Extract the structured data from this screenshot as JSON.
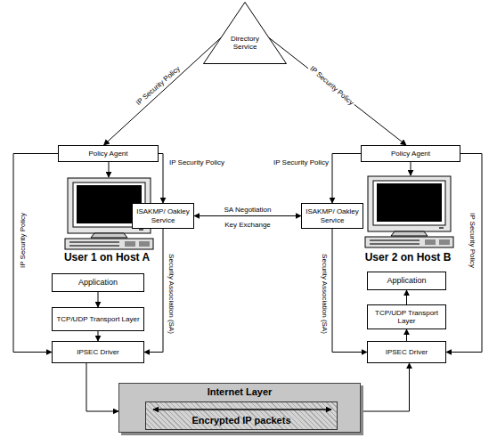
{
  "diagram": {
    "nodes": [
      {
        "text": [
          "Directory Service"
        ]
      },
      {
        "text": [
          "Policy Agent"
        ]
      },
      {
        "text": [
          "Policy Agent"
        ]
      },
      {
        "text": [
          "ISAKMP/ Oakley Service"
        ]
      },
      {
        "text": [
          "ISAKMP/ Oakley Service"
        ]
      },
      {
        "text": [
          "Application"
        ]
      },
      {
        "text": [
          "TCP/UDP Transport Layer"
        ]
      },
      {
        "text": [
          "IPSEC Driver"
        ]
      },
      {
        "text": [
          "Application"
        ]
      },
      {
        "text": [
          "TCP/UDP Transport Layer"
        ]
      },
      {
        "text": [
          "IPSEC Driver"
        ]
      },
      {
        "text": [
          "Internet Layer"
        ]
      },
      {
        "text": [
          "Encrypted IP packets"
        ],
        "in": 11
      }
    ],
    "edges": [
      {
        "from": 0,
        "to": 1,
        "label": "IP Security Policy",
        "arrow": "to"
      },
      {
        "from": 0,
        "to": 2,
        "label": "IP Security Policy",
        "arrow": "to"
      },
      {
        "from": 1,
        "to": 3,
        "label": "IP Security Policy",
        "arrow": "to"
      },
      {
        "from": 1,
        "to": 7,
        "label": "IP Security Policy",
        "arrow": "to"
      },
      {
        "from": 3,
        "to": 7,
        "label": "Security Association (SA)",
        "arrow": "to"
      },
      {
        "from": 3,
        "to": 4,
        "label": "SA Negotiation",
        "arrow": "both"
      },
      {
        "from": 2,
        "to": 4,
        "label": "IP Security Policy",
        "arrow": "to"
      },
      {
        "from": 2,
        "to": 10,
        "label": "IP Security Policy",
        "arrow": "to"
      },
      {
        "from": 4,
        "to": 10,
        "label": "Security Association (SA)",
        "arrow": "to"
      },
      {
        "from": 5,
        "to": 6,
        "arrow": "to"
      },
      {
        "from": 6,
        "to": 7,
        "arrow": "to"
      },
      {
        "from": 10,
        "to": 9,
        "arrow": "to"
      },
      {
        "from": 9,
        "to": 8,
        "arrow": "to"
      },
      {
        "from": 7,
        "to": 11,
        "arrow": "to"
      },
      {
        "from": 11,
        "to": 10,
        "arrow": "to"
      }
    ],
    "labels": [
      "User 1 on Host A",
      "User 2 on Host B",
      "Key Exchange"
    ]
  }
}
